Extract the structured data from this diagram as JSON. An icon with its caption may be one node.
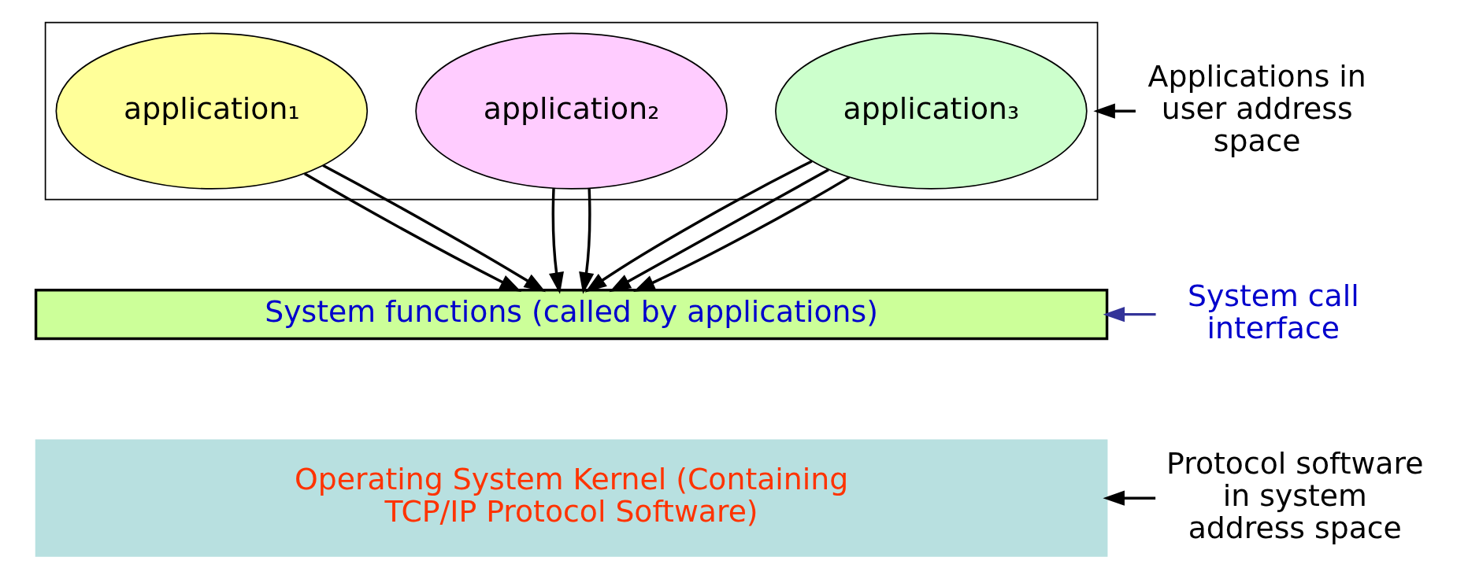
{
  "diagram": {
    "nodes": [
      {
        "text": [],
        "shape": "box"
      },
      {
        "text": [
          "application₁"
        ],
        "in": 0
      },
      {
        "text": [
          "application₂"
        ],
        "in": 0
      },
      {
        "text": [
          "application₃"
        ],
        "in": 0
      },
      {
        "text": [
          "System functions (called by applications)"
        ]
      },
      {
        "text": [
          "Operating System Kernel (Containing TCP/IP Protocol Software)"
        ]
      },
      {
        "text": [
          "Applications in user address space"
        ]
      },
      {
        "text": [
          "System call interface"
        ]
      },
      {
        "text": [
          "Protocol software in system address space"
        ]
      }
    ],
    "edges": [
      {
        "from": 1,
        "to": 4,
        "arrow": "to"
      },
      {
        "from": 1,
        "to": 4,
        "arrow": "to"
      },
      {
        "from": 2,
        "to": 4,
        "arrow": "to"
      },
      {
        "from": 2,
        "to": 4,
        "arrow": "to"
      },
      {
        "from": 3,
        "to": 4,
        "arrow": "to"
      },
      {
        "from": 3,
        "to": 4,
        "arrow": "to"
      },
      {
        "from": 3,
        "to": 4,
        "arrow": "to"
      },
      {
        "from": 6,
        "to": 0,
        "arrow": "to"
      },
      {
        "from": 7,
        "to": 4,
        "arrow": "to",
        "color": "#333399"
      },
      {
        "from": 8,
        "to": 5,
        "arrow": "to"
      }
    ]
  }
}
